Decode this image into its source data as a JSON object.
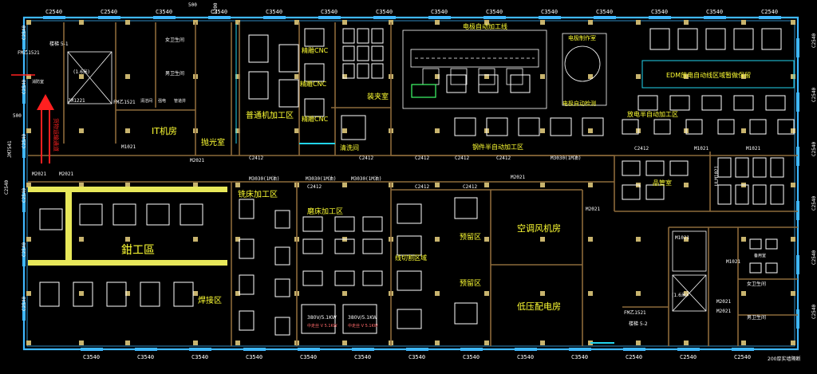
{
  "colors": {
    "background": "#000000",
    "outer_wall": "#3fb8ff",
    "inner_wall": "#8c6a3a",
    "room_label": "#ffff33",
    "equipment": "#ffffff",
    "door_label": "#ffffff",
    "column": "#c8b46e",
    "fitter_beam": "#e8e85a",
    "arrow": "#ff2020",
    "cyan_accent": "#22d4ee"
  },
  "window_labels": {
    "top": [
      "C2540",
      "C2540",
      "C3540",
      "C3540",
      "C3540",
      "C3540",
      "C3540",
      "C3540",
      "C3540",
      "C3540",
      "C3540",
      "C3540",
      "C3540",
      "C2540"
    ],
    "bottom": [
      "C3540",
      "C3540",
      "C3540",
      "C3540",
      "C3540",
      "C3540",
      "C3540",
      "C3540",
      "C3540",
      "C3540",
      "C2540",
      "C2540",
      "C2540"
    ],
    "left": [
      "C2540",
      "C2540",
      "C2540",
      "C2540",
      "C2540",
      "C2540"
    ],
    "right": [
      "C2540",
      "C2540",
      "C2540",
      "C2540",
      "C2540",
      "C2540"
    ],
    "top_marks": [
      "500",
      "1200"
    ]
  },
  "rooms": {
    "it_room": "IT机房",
    "polish_room": "抛光室",
    "general_machining": "普通机加工区",
    "precision_cnc_1": "精雕CNC",
    "precision_cnc_2": "精雕CNC",
    "precision_cnc_3": "精雕CNC",
    "edm_auto_line": "电极自动加工线",
    "edm_mfg_room": "电极制作室",
    "discharge_auto_zone": "EDM放电自动线区域暂做保留",
    "electrode_inspect": "电极自动检测",
    "wire_semi_auto": "放电半自动加工区",
    "steel_semi_auto": "钢件半自动加工区",
    "pack_area": "装夹室",
    "cleaning_room": "清洗间",
    "milling_zone": "铣床加工区",
    "grinding_zone": "磨床加工区",
    "wire_cut_zone": "线切割区域",
    "reserve_1": "预留区",
    "reserve_2": "预留区",
    "ac_fan_room": "空调风机房",
    "low_voltage_room": "低压配电房",
    "fitter_zone": "鉗工區",
    "welding_zone": "焊接区",
    "quality_room": "品管室",
    "stair_1": "楼梯 5-1",
    "stair_2": "楼梯 5-2",
    "elevator_shaft": "(1.6米)",
    "elevator_shaft_2": "(1.6米)",
    "wc_female": "女卫生间",
    "wc_male": "男卫生间",
    "wc_female_2": "女卫生间",
    "wc_male_2": "男卫生间",
    "cleaning_closet": "清洁间",
    "power_closet": "强电",
    "shaft_closet": "管道井",
    "fire_room": "消防室",
    "aux_room": "备用室",
    "bottom_right_note": "200厚实墙隔断",
    "wire_cut_bench_1": "380V/5.1KW",
    "wire_cut_bench_2": "380V/5.1KW",
    "wire_cut_sub_1": "中走丝 V 5.1KW",
    "wire_cut_sub_2": "中走丝 V 5.1KW"
  },
  "doors": {
    "m2021_a": "M2021",
    "m2021_b": "M2021",
    "m2021_c": "M2021",
    "m2021_d": "M2021",
    "m2021_e": "M2021",
    "m2021_f": "M2021",
    "m2021_g": "M2021",
    "m1021_a": "M1021",
    "m1021_b": "M1021",
    "m1021_c": "M1021",
    "m1021_d": "M1021",
    "m1021_e": "M1021",
    "c2412_a": "C2412",
    "c2412_b": "C2412",
    "c2412_c": "C2412",
    "c2412_d": "C2412",
    "c2412_e": "C2412",
    "c2412_f": "C2412",
    "c2412_g": "C2412",
    "c2412_h": "C2412",
    "c2412_i": "C2412",
    "m3030_a": "M3030(1M油)",
    "m3030_b": "M3030(1M油)",
    "m3030_c": "M3030(1M油)",
    "m3030_d": "M3030(1M油)",
    "fm_a": "FM乙1521",
    "fm_b": "FM乙1521",
    "fm_c": "FM乙1521",
    "jm_a": "JM7541",
    "jm_b": "JM1221",
    "ulm": "ULM1021",
    "dim_500": "500",
    "top_500": "500",
    "top_1200": "1200",
    "left_c2540_label": "C2540"
  },
  "arrow_text": "货物运输通道"
}
